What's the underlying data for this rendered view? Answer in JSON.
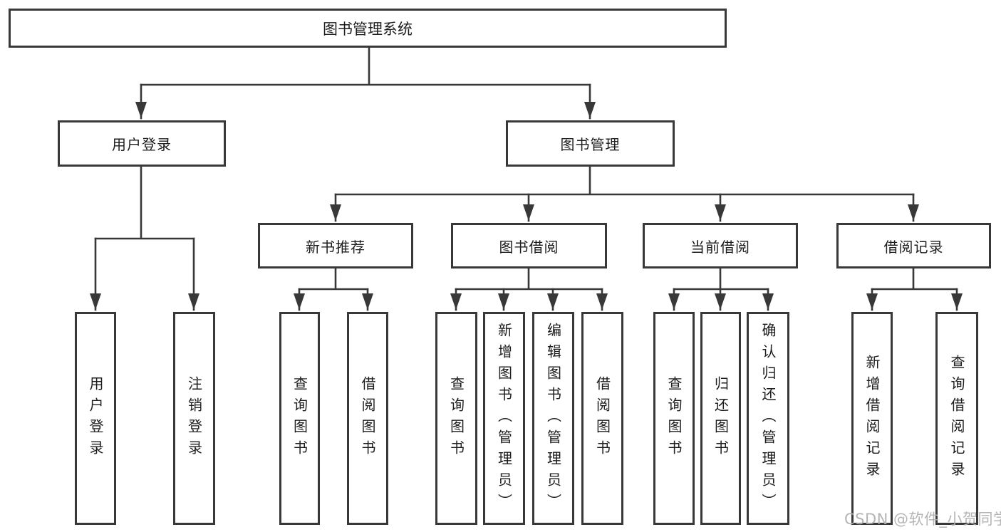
{
  "diagram_title": "图书管理系统",
  "tree": {
    "label": "图书管理系统",
    "children": [
      {
        "label": "用户登录",
        "children": [
          {
            "label": "用户登录"
          },
          {
            "label": "注销登录"
          }
        ]
      },
      {
        "label": "图书管理",
        "children": [
          {
            "label": "新书推荐",
            "children": [
              {
                "label": "查询图书"
              },
              {
                "label": "借阅图书"
              }
            ]
          },
          {
            "label": "图书借阅",
            "children": [
              {
                "label": "查询图书"
              },
              {
                "label": "新增图书（管理员）"
              },
              {
                "label": "编辑图书（管理员）"
              },
              {
                "label": "借阅图书"
              }
            ]
          },
          {
            "label": "当前借阅",
            "children": [
              {
                "label": "查询图书"
              },
              {
                "label": "归还图书"
              },
              {
                "label": "确认归还（管理员）"
              }
            ]
          },
          {
            "label": "借阅记录",
            "children": [
              {
                "label": "新增借阅记录"
              },
              {
                "label": "查询借阅记录"
              }
            ]
          }
        ]
      }
    ]
  },
  "watermark": "CSDN @软件_小贺同学",
  "colors": {
    "line": "#383838",
    "box_border": "#383838",
    "text": "#1d1d1d",
    "watermark": "#b1b1b1",
    "background": "#ffffff"
  }
}
